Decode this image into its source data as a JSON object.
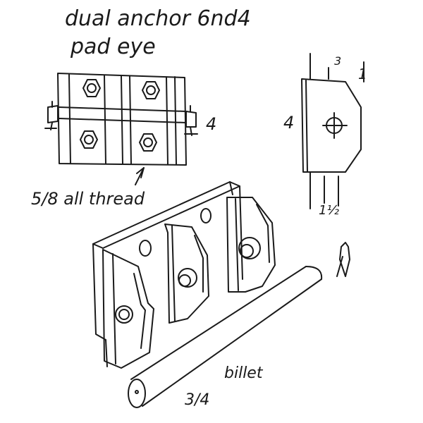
{
  "title": {
    "line1": "dual anchor 6nd4",
    "line2": "pad eye"
  },
  "front_view": {
    "height_label": "4",
    "callout_label": "5/8 all thread"
  },
  "side_view": {
    "width_label": "3",
    "height_label": "4",
    "top_right_label": "1",
    "bottom_label": "1½"
  },
  "iso_view": {
    "pin_diameter_label": "3/4",
    "pin_label": "billet"
  }
}
